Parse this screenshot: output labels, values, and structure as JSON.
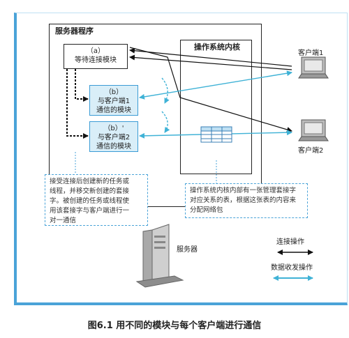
{
  "diagram": {
    "server_program_title": "服务器程序",
    "os_kernel_title": "操作系统内核",
    "module_a": {
      "id": "（a）",
      "text": "等待连接模块"
    },
    "module_b1": {
      "id": "（b）",
      "line1": "与客户端1",
      "line2": "通信的模块"
    },
    "module_b2": {
      "id": "（b）'",
      "line1": "与客户端2",
      "line2": "通信的模块"
    },
    "client1_label": "客户端1",
    "client2_label": "客户端2",
    "server_label": "服务器",
    "note_left": [
      "接受连接后创建新的任务或",
      "线程，并移交新创建的套接",
      "字。被创建的任务或线程使",
      "用该套接字与客户端进行一",
      "对一通信"
    ],
    "note_right": [
      "操作系统内核内部有一张管理套接字",
      "对应关系的表，根据这张表的内容来",
      "分配网络包"
    ],
    "legend": {
      "connect": "连接操作",
      "data": "数据收发操作"
    },
    "colors": {
      "accent": "#4aa3d8",
      "module_fill": "#d9eef8",
      "data_arrow": "#3fb2d6"
    }
  },
  "caption": "图6.1  用不同的模块与每个客户端进行通信"
}
